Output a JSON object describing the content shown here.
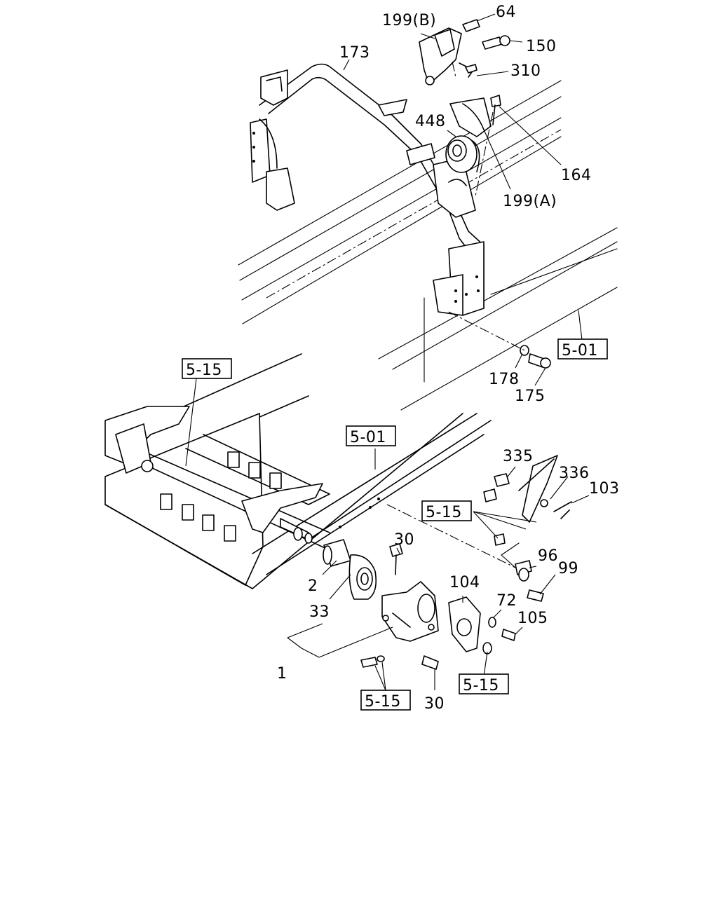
{
  "labels": {
    "l199b": "199(B)",
    "l64": "64",
    "l150": "150",
    "l173": "173",
    "l310": "310",
    "l448": "448",
    "l164": "164",
    "l199a": "199(A)",
    "l178": "178",
    "l175": "175",
    "l335": "335",
    "l336": "336",
    "l103": "103",
    "l30a": "30",
    "l96": "96",
    "l99": "99",
    "l104": "104",
    "l72": "72",
    "l105": "105",
    "l2": "2",
    "l33": "33",
    "l1": "1",
    "l30b": "30"
  },
  "refs": {
    "r501a": "5-01",
    "r515a": "5-15",
    "r501b": "5-01",
    "r515b": "5-15",
    "r515c": "5-15",
    "r515d": "5-15"
  }
}
